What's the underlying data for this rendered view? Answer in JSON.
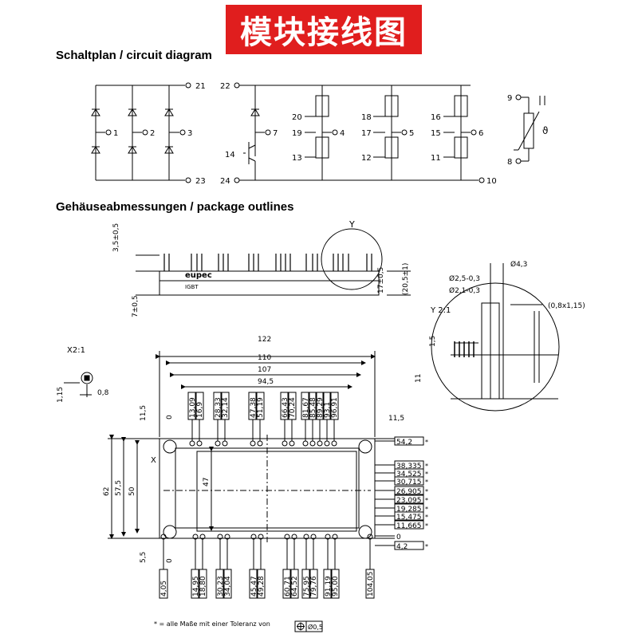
{
  "banner": {
    "text": "模块接线图"
  },
  "circuit": {
    "title": "Schaltplan / circuit diagram",
    "rect_pins": [
      "1",
      "2",
      "3",
      "21",
      "23"
    ],
    "brake_pins": [
      "22",
      "7",
      "14",
      "24"
    ],
    "inverter_pins": [
      "20",
      "19",
      "13",
      "18",
      "17",
      "12",
      "16",
      "15",
      "11",
      "4",
      "5",
      "6",
      "10"
    ],
    "ntc_pins": [
      "9",
      "8"
    ],
    "ntc_symbol": "ϑ"
  },
  "outline": {
    "title": "Gehäuseabmessungen / package outlines",
    "side_view": {
      "dims": [
        "3,5±0,5",
        "17±0,5",
        "(20,5±1)",
        "7±0,5"
      ],
      "labels": [
        "eupec",
        "IGBT",
        "Y"
      ]
    },
    "detail_x": {
      "label": "X2:1",
      "dims": [
        "1,15",
        "0,8"
      ]
    },
    "detail_y": {
      "label": "Y 2:1",
      "dims": [
        "Ø4,3",
        "Ø2,5-0,3",
        "Ø2,1-0,3",
        "(0,8x1,15)",
        "1,5",
        "11"
      ]
    },
    "top_view": {
      "widths": [
        "122",
        "110",
        "107",
        "94,5"
      ],
      "heights": [
        "62",
        "57,5",
        "50",
        "47"
      ],
      "misc": [
        "11,5",
        "0",
        "11,5",
        "5,5",
        "0",
        "X"
      ],
      "top_pins": [
        "13,09",
        "16,9",
        "28,33",
        "32,14",
        "47,38",
        "51,19",
        "66,43",
        "70,24",
        "81,67",
        "85,48",
        "89,29",
        "93,1",
        "96,91"
      ],
      "bottom_pins": [
        "4,05",
        "14,95",
        "18,80",
        "30,23",
        "34,04",
        "45,47",
        "49,28",
        "60,71",
        "64,52",
        "75,95",
        "79,76",
        "91,19",
        "95,00",
        "104,05"
      ],
      "right_dims": [
        "54,2",
        "38,335",
        "34,525",
        "30,715",
        "26,905",
        "23,095",
        "19,285",
        "15,475",
        "11,665",
        "0",
        "4,2"
      ]
    },
    "tolerance_note": "* = alle Maße mit einer Toleranz von",
    "tolerance_value": "Ø0,5"
  }
}
